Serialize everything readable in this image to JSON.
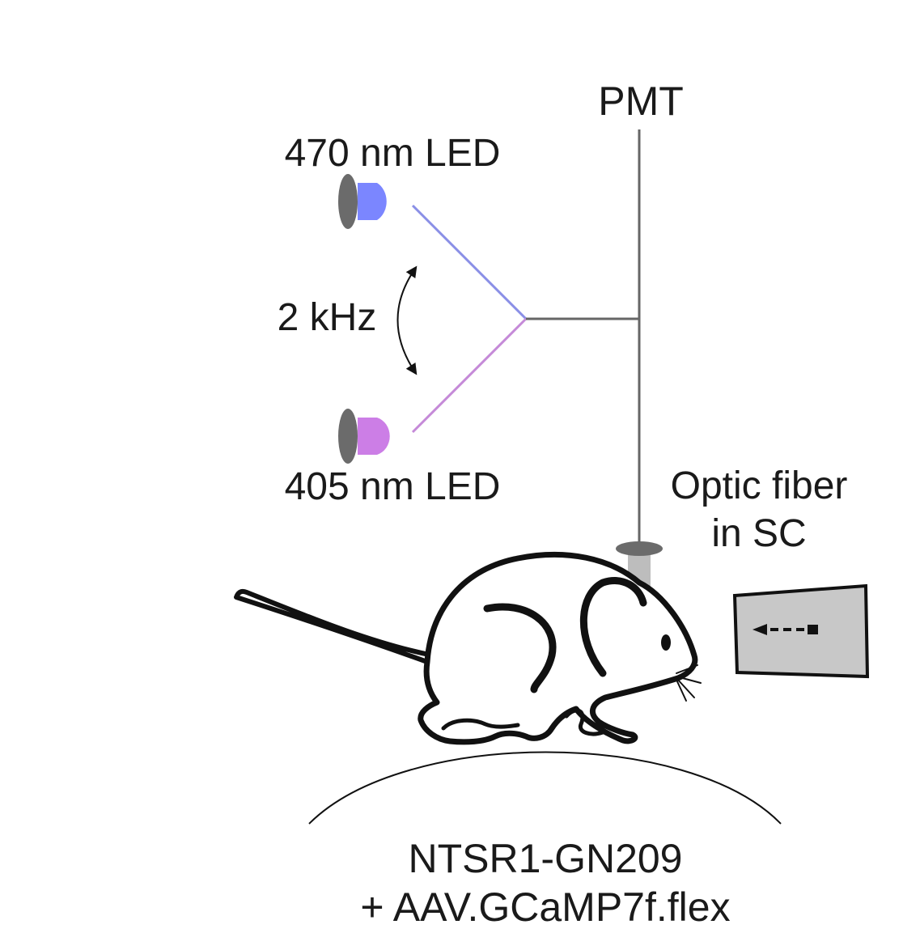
{
  "labels": {
    "pmt": "PMT",
    "led_blue": "470 nm LED",
    "led_violet": "405 nm LED",
    "frequency": "2 kHz",
    "fiber_line1": "Optic fiber",
    "fiber_line2": "in SC",
    "mouse_line1": "NTSR1-GN209",
    "mouse_line2": "+ AAV.GCaMP7f.flex"
  },
  "colors": {
    "led_blue": "#7b86ff",
    "led_violet": "#cc7ee6",
    "led_base": "#6b6b6b",
    "blue_path": "#8a8fe6",
    "violet_path": "#c58ad8",
    "fiber": "#666666",
    "ferrule": "#bdbdbd",
    "screen": "#c8c8c8",
    "ink": "#111111"
  },
  "icons": {
    "led_blue": "led-icon",
    "led_violet": "led-icon",
    "alternation": "curved-double-arrow-icon",
    "mouse": "mouse-icon",
    "screen": "monitor-screen-icon",
    "stimulus": "dashed-left-arrow-icon"
  }
}
